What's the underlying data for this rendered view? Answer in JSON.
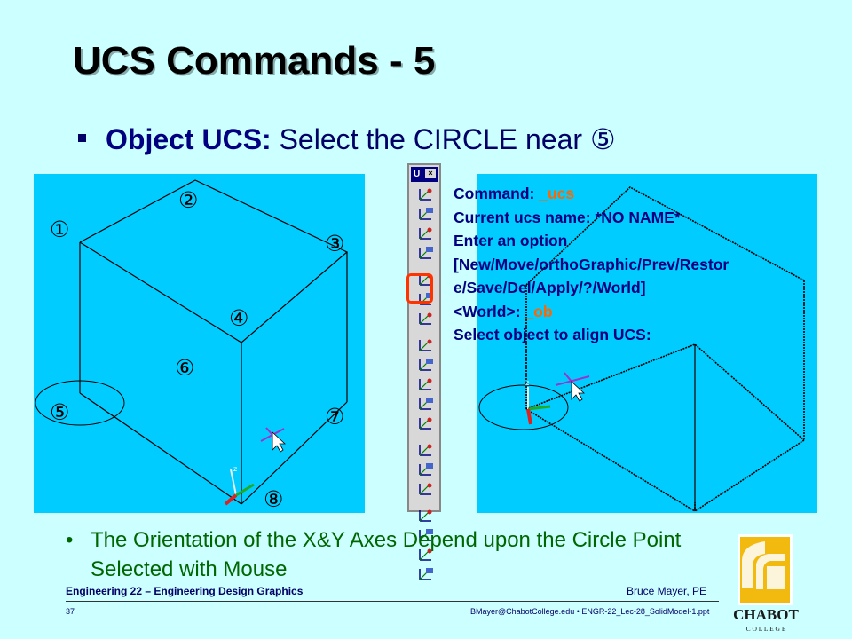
{
  "slide": {
    "title": "UCS Commands - 5",
    "bullet_label": "Object UCS:",
    "bullet_text": "Select the CIRCLE near ⑤"
  },
  "left_drawing": {
    "markers": [
      "①",
      "②",
      "③",
      "④",
      "⑤",
      "⑥",
      "⑦",
      "⑧"
    ]
  },
  "toolbar": {
    "title": "U",
    "close": "×",
    "selected_tool_index": 5
  },
  "command_window": {
    "line1_prefix": "Command: ",
    "line1_cmd": "_ucs",
    "line2": "Current ucs name:  *NO NAME*",
    "line3": "Enter an option",
    "line4": "[New/Move/orthoGraphic/Prev/Restor",
    "line5": "e/Save/Del/Apply/?/World]",
    "line6_prefix": "<World>: ",
    "line6_cmd": "_ob",
    "line7": "Select object to align UCS:"
  },
  "note": {
    "bullet": "•",
    "text": "The Orientation of the X&Y Axes Depend upon the Circle Point Selected with Mouse"
  },
  "footer": {
    "course": "Engineering 22 – Engineering Design Graphics",
    "author": "Bruce Mayer, PE",
    "page": "37",
    "file": "BMayer@ChabotCollege.edu  • ENGR-22_Lec-28_SolidModel-1.ppt"
  },
  "logo": {
    "text": "CHABOT",
    "sub": "C O L L E G E"
  },
  "colors": {
    "background": "#ccffff",
    "panel": "#00ccff",
    "highlight": "#ff3300",
    "command_text": "#000080",
    "command_input": "#ff6600",
    "note_text": "#006600"
  }
}
